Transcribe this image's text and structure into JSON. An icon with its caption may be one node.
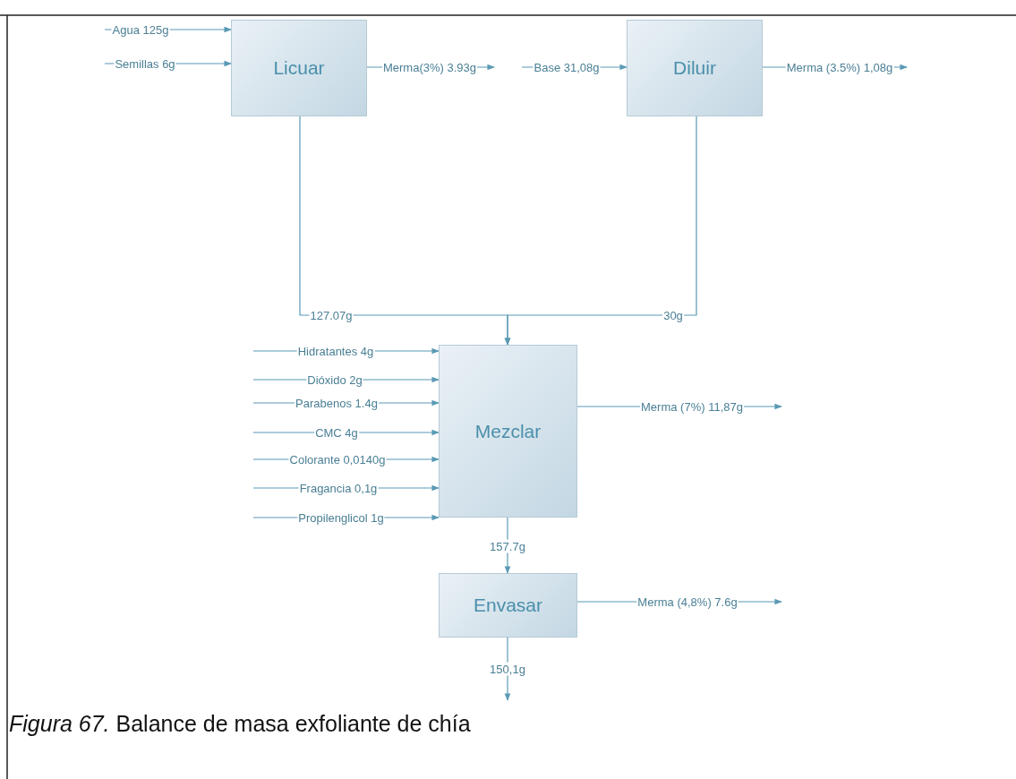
{
  "diagram": {
    "caption": "*Figura 67.* Balance de masa exfoliante de chía",
    "nodes": [
      {
        "text": [
          "Licuar"
        ]
      },
      {
        "text": [
          "Diluir"
        ]
      },
      {
        "text": [
          "Mezclar"
        ]
      },
      {
        "text": [
          "Envasar"
        ]
      }
    ],
    "edges": [
      {
        "from": null,
        "to": 0,
        "arrow": "to",
        "label": "Agua 125g"
      },
      {
        "from": null,
        "to": 0,
        "arrow": "to",
        "label": "Semillas 6g"
      },
      {
        "from": 0,
        "to": null,
        "arrow": "to",
        "label": "Merma(3%) 3.93g"
      },
      {
        "from": null,
        "to": 1,
        "arrow": "to",
        "label": "Base 31,08g"
      },
      {
        "from": 1,
        "to": null,
        "arrow": "to",
        "label": "Merma (3.5%) 1,08g"
      },
      {
        "from": 0,
        "to": 2,
        "arrow": "to",
        "label": "127.07g"
      },
      {
        "from": 1,
        "to": 2,
        "arrow": "to",
        "label": "30g"
      },
      {
        "from": null,
        "to": 2,
        "arrow": "to",
        "label": "Hidratantes 4g"
      },
      {
        "from": null,
        "to": 2,
        "arrow": "to",
        "label": "Dióxido 2g"
      },
      {
        "from": null,
        "to": 2,
        "arrow": "to",
        "label": "Parabenos 1.4g"
      },
      {
        "from": null,
        "to": 2,
        "arrow": "to",
        "label": "CMC 4g"
      },
      {
        "from": null,
        "to": 2,
        "arrow": "to",
        "label": "Colorante 0,0140g"
      },
      {
        "from": null,
        "to": 2,
        "arrow": "to",
        "label": "Fragancia 0,1g"
      },
      {
        "from": null,
        "to": 2,
        "arrow": "to",
        "label": "Propilenglicol 1g"
      },
      {
        "from": 2,
        "to": null,
        "arrow": "to",
        "label": "Merma (7%) 11,87g"
      },
      {
        "from": 2,
        "to": 3,
        "arrow": "to",
        "label": "157.7g"
      },
      {
        "from": 3,
        "to": null,
        "arrow": "to",
        "label": "Merma (4,8%) 7.6g"
      },
      {
        "from": 3,
        "to": null,
        "arrow": "to",
        "label": "150,1g"
      }
    ]
  }
}
